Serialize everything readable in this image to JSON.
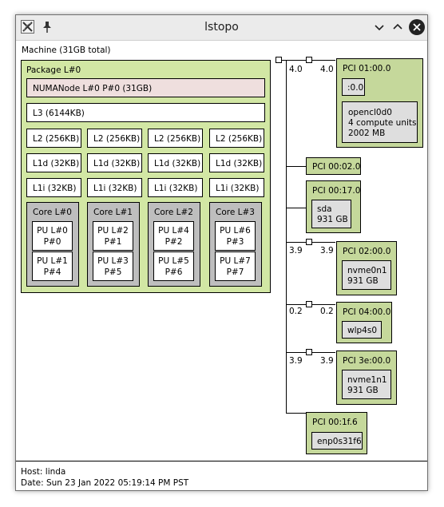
{
  "window": {
    "title": "lstopo"
  },
  "machine": {
    "label": "Machine (31GB total)",
    "package": {
      "label": "Package L#0",
      "numa": "NUMANode L#0 P#0 (31GB)",
      "l3": "L3 (6144KB)",
      "l2": [
        "L2 (256KB)",
        "L2 (256KB)",
        "L2 (256KB)",
        "L2 (256KB)"
      ],
      "l1d": [
        "L1d (32KB)",
        "L1d (32KB)",
        "L1d (32KB)",
        "L1d (32KB)"
      ],
      "l1i": [
        "L1i (32KB)",
        "L1i (32KB)",
        "L1i (32KB)",
        "L1i (32KB)"
      ],
      "cores": [
        {
          "label": "Core L#0",
          "pus": [
            {
              "l1": "PU L#0",
              "l2": "P#0"
            },
            {
              "l1": "PU L#1",
              "l2": "P#4"
            }
          ]
        },
        {
          "label": "Core L#1",
          "pus": [
            {
              "l1": "PU L#2",
              "l2": "P#1"
            },
            {
              "l1": "PU L#3",
              "l2": "P#5"
            }
          ]
        },
        {
          "label": "Core L#2",
          "pus": [
            {
              "l1": "PU L#4",
              "l2": "P#2"
            },
            {
              "l1": "PU L#5",
              "l2": "P#6"
            }
          ]
        },
        {
          "label": "Core L#3",
          "pus": [
            {
              "l1": "PU L#6",
              "l2": "P#3"
            },
            {
              "l1": "PU L#7",
              "l2": "P#7"
            }
          ]
        }
      ]
    }
  },
  "pci": {
    "links": {
      "bus_01": {
        "left": "4.0",
        "right": "4.0"
      },
      "bus_02": {
        "left": "3.9",
        "right": "3.9"
      },
      "bus_04": {
        "left": "0.2",
        "right": "0.2"
      },
      "bus_3e": {
        "left": "3.9",
        "right": "3.9"
      }
    },
    "devices": {
      "d01": {
        "label": "PCI 01:00.0",
        "sub1": ":0.0",
        "sub2": [
          "opencl0d0",
          "4 compute units",
          "2002 MB"
        ]
      },
      "d02": {
        "label": "PCI 00:02.0"
      },
      "d17": {
        "label": "PCI 00:17.0",
        "sub": [
          "sda",
          "931 GB"
        ]
      },
      "d0200": {
        "label": "PCI 02:00.0",
        "sub": [
          "nvme0n1",
          "931 GB"
        ]
      },
      "d0400": {
        "label": "PCI 04:00.0",
        "sub": [
          "wlp4s0"
        ]
      },
      "d3e": {
        "label": "PCI 3e:00.0",
        "sub": [
          "nvme1n1",
          "931 GB"
        ]
      },
      "d1f6": {
        "label": "PCI 00:1f.6",
        "sub": [
          "enp0s31f6"
        ]
      }
    }
  },
  "footer": {
    "host": "Host: linda",
    "date": "Date: Sun 23 Jan 2022 05:19:14 PM PST"
  }
}
